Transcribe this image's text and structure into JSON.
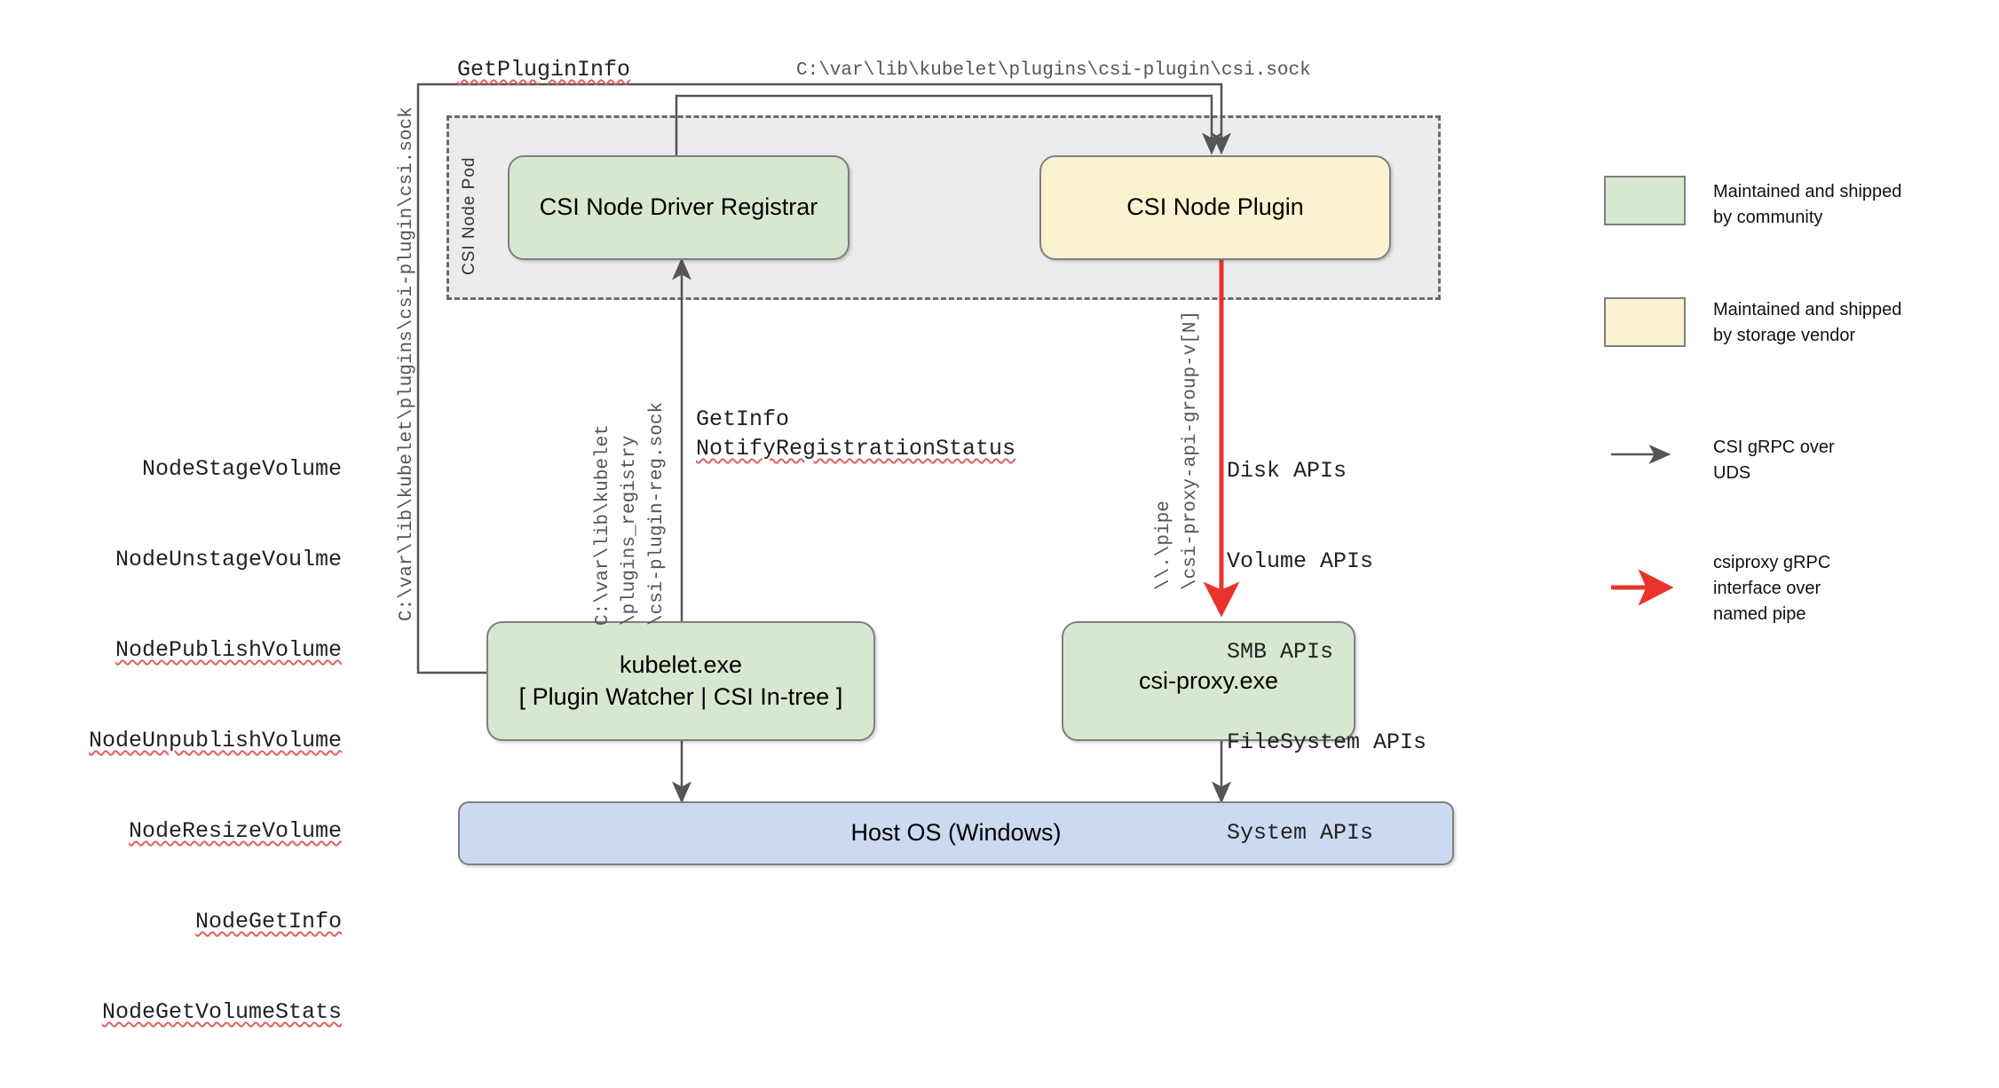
{
  "diagram": {
    "title": "CSI Proxy architecture on Windows",
    "pod": {
      "label": "CSI Node Pod"
    },
    "nodes": {
      "registrar": "CSI Node Driver Registrar",
      "plugin": "CSI Node Plugin",
      "kubelet_line1": "kubelet.exe",
      "kubelet_line2": "[ Plugin Watcher | CSI In-tree ]",
      "csiproxy": "csi-proxy.exe",
      "hostos": "Host OS (Windows)"
    },
    "labels": {
      "get_plugin_info": "GetPluginInfo",
      "csi_sock_path_top": "C:\\var\\lib\\kubelet\\plugins\\csi-plugin\\csi.sock",
      "csi_sock_path_vertical": "C:\\var\\lib\\kubelet\\plugins\\csi-plugin\\csi.sock",
      "reg_sock_vertical_line1": "C:\\var\\lib\\kubelet",
      "reg_sock_vertical_line2": "\\plugins_registry",
      "reg_sock_vertical_line3": "\\csi-plugin-reg.sock",
      "get_info": "GetInfo",
      "notify_registration_status": "NotifyRegistrationStatus",
      "pipe_vertical_line1": "\\\\.\\pipe",
      "pipe_vertical_line2": "\\csi-proxy-api-group-v[N]"
    },
    "node_api_calls": [
      "NodeStageVolume",
      "NodeUnstageVoulme",
      "NodePublishVolume",
      "NodeUnpublishVolume",
      "NodeResizeVolume",
      "NodeGetInfo",
      "NodeGetVolumeStats"
    ],
    "proxy_api_groups": [
      "Disk APIs",
      "Volume APIs",
      "SMB APIs",
      "FileSystem APIs",
      "System APIs"
    ],
    "legend": [
      {
        "kind": "swatch-green",
        "text": "Maintained and shipped\nby community"
      },
      {
        "kind": "swatch-yellow",
        "text": "Maintained and shipped\nby storage vendor"
      },
      {
        "kind": "arrow-gray",
        "text": "CSI gRPC over\nUDS"
      },
      {
        "kind": "arrow-red",
        "text": "csiproxy gRPC\ninterface over\nnamed pipe"
      }
    ],
    "colors": {
      "community_green": "#d8e8d0",
      "vendor_yellow": "#fbf2d0",
      "host_blue": "#ccd9f0",
      "pod_gray": "#ececec",
      "stroke_gray": "#7f7f7f",
      "arrow_gray": "#555555",
      "arrow_red": "#e8342b"
    }
  }
}
